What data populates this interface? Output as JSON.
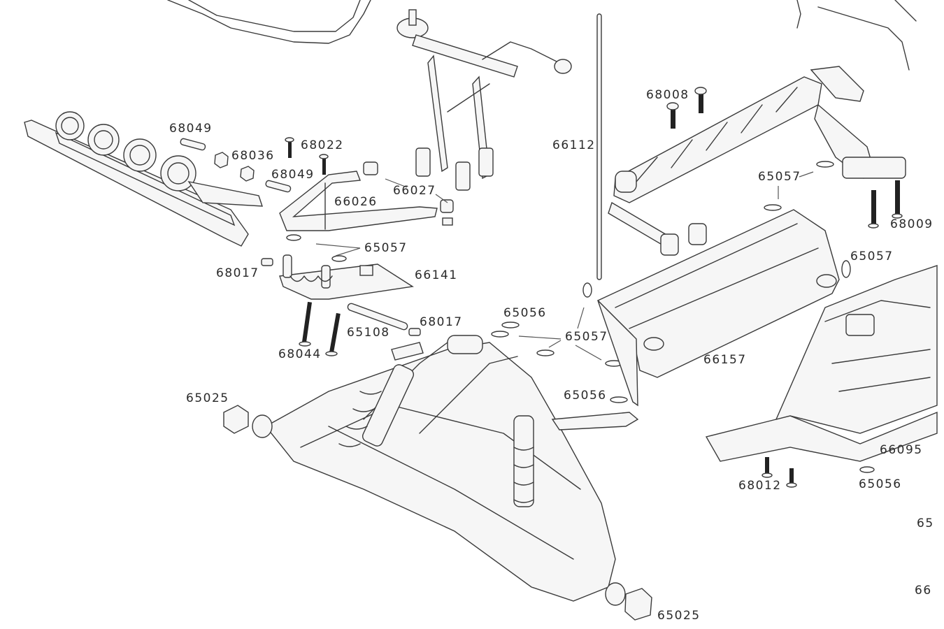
{
  "diagram": {
    "type": "exploded-parts-view",
    "subject": "RC buggy front/rear suspension, bumper and chassis assembly",
    "labels": [
      {
        "id": "l1",
        "text": "68049"
      },
      {
        "id": "l2",
        "text": "68036"
      },
      {
        "id": "l3",
        "text": "68022"
      },
      {
        "id": "l4",
        "text": "68049"
      },
      {
        "id": "l5",
        "text": "66027"
      },
      {
        "id": "l6",
        "text": "66026"
      },
      {
        "id": "l7",
        "text": "65057"
      },
      {
        "id": "l8",
        "text": "68017"
      },
      {
        "id": "l9",
        "text": "66141"
      },
      {
        "id": "l10",
        "text": "68017"
      },
      {
        "id": "l11",
        "text": "65108"
      },
      {
        "id": "l12",
        "text": "68044"
      },
      {
        "id": "l13",
        "text": "65056"
      },
      {
        "id": "l14",
        "text": "65057"
      },
      {
        "id": "l15",
        "text": "65056"
      },
      {
        "id": "l16",
        "text": "65025"
      },
      {
        "id": "l17",
        "text": "65025"
      },
      {
        "id": "l18",
        "text": "66112"
      },
      {
        "id": "l19",
        "text": "68008"
      },
      {
        "id": "l20",
        "text": "65057"
      },
      {
        "id": "l21",
        "text": "68009"
      },
      {
        "id": "l22",
        "text": "65057"
      },
      {
        "id": "l23",
        "text": "66157"
      },
      {
        "id": "l24",
        "text": "66095"
      },
      {
        "id": "l25",
        "text": "65056"
      },
      {
        "id": "l26",
        "text": "68012"
      },
      {
        "id": "l27",
        "text": "65"
      },
      {
        "id": "l28",
        "text": "66"
      }
    ]
  }
}
